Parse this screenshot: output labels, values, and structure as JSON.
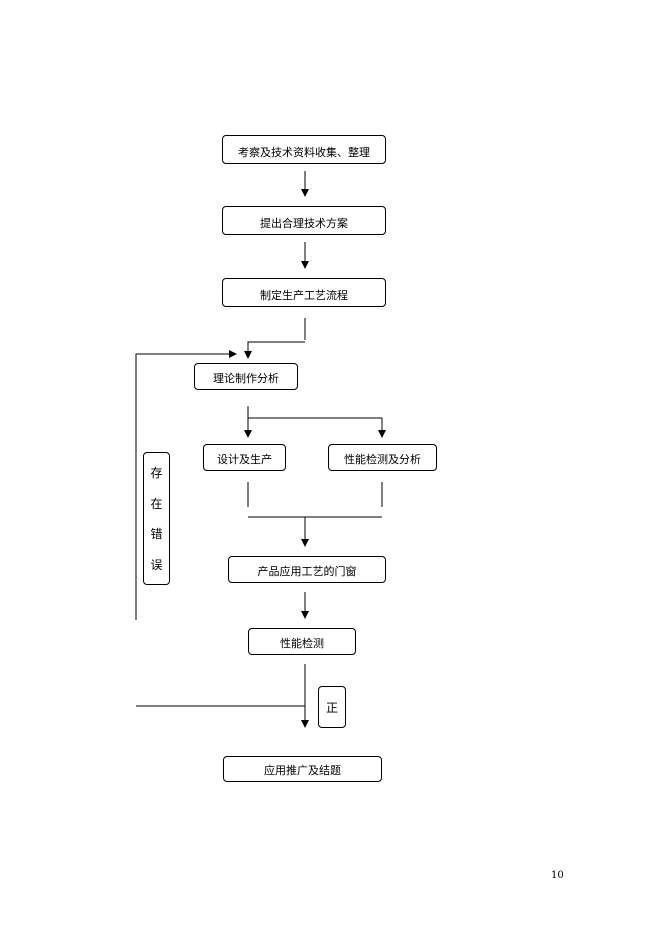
{
  "flow": {
    "step1": "考察及技术资料收集、整理",
    "step2": "提出合理技术方案",
    "step3": "制定生产工艺流程",
    "step4": "理论制作分析",
    "step5a": "设计及生产",
    "step5b": "性能检测及分析",
    "step6": "产品应用工艺的门窗",
    "step7": "性能检测",
    "step8": "应用推广及结题"
  },
  "side_labels": {
    "error": [
      "存",
      "在",
      "错",
      "误"
    ],
    "correct": "正"
  },
  "page_number": "10"
}
